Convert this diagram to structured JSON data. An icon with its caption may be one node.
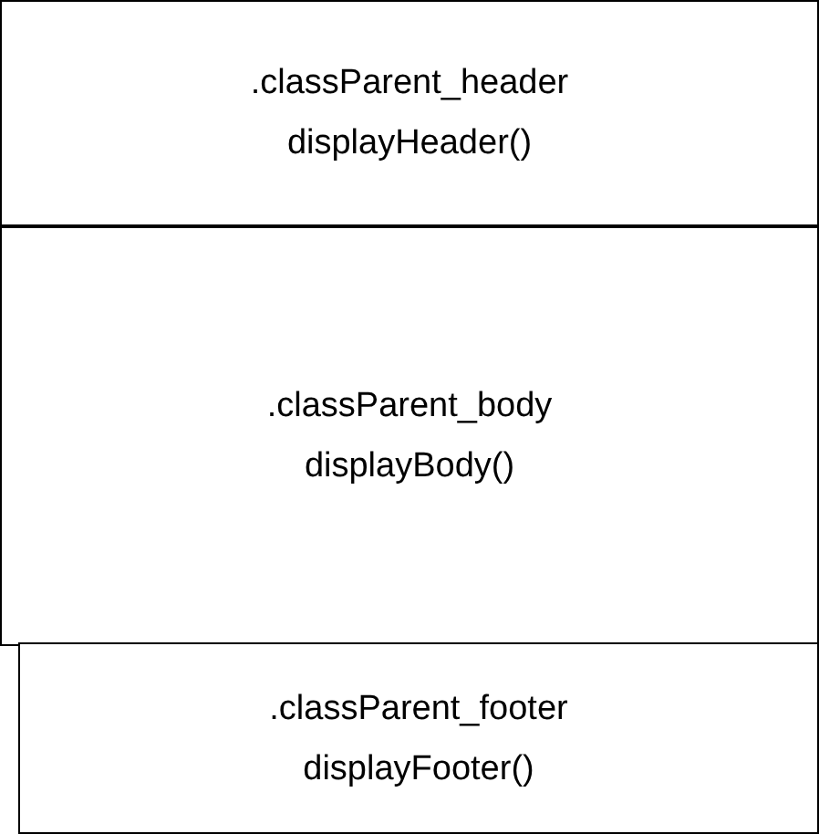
{
  "diagram": {
    "nodes": [
      {
        "text": [
          ".classParent_header",
          "displayHeader()"
        ]
      },
      {
        "text": [
          ".classParent_body",
          "displayBody()"
        ]
      },
      {
        "text": [
          ".classParent_footer",
          "displayFooter()"
        ]
      }
    ]
  }
}
